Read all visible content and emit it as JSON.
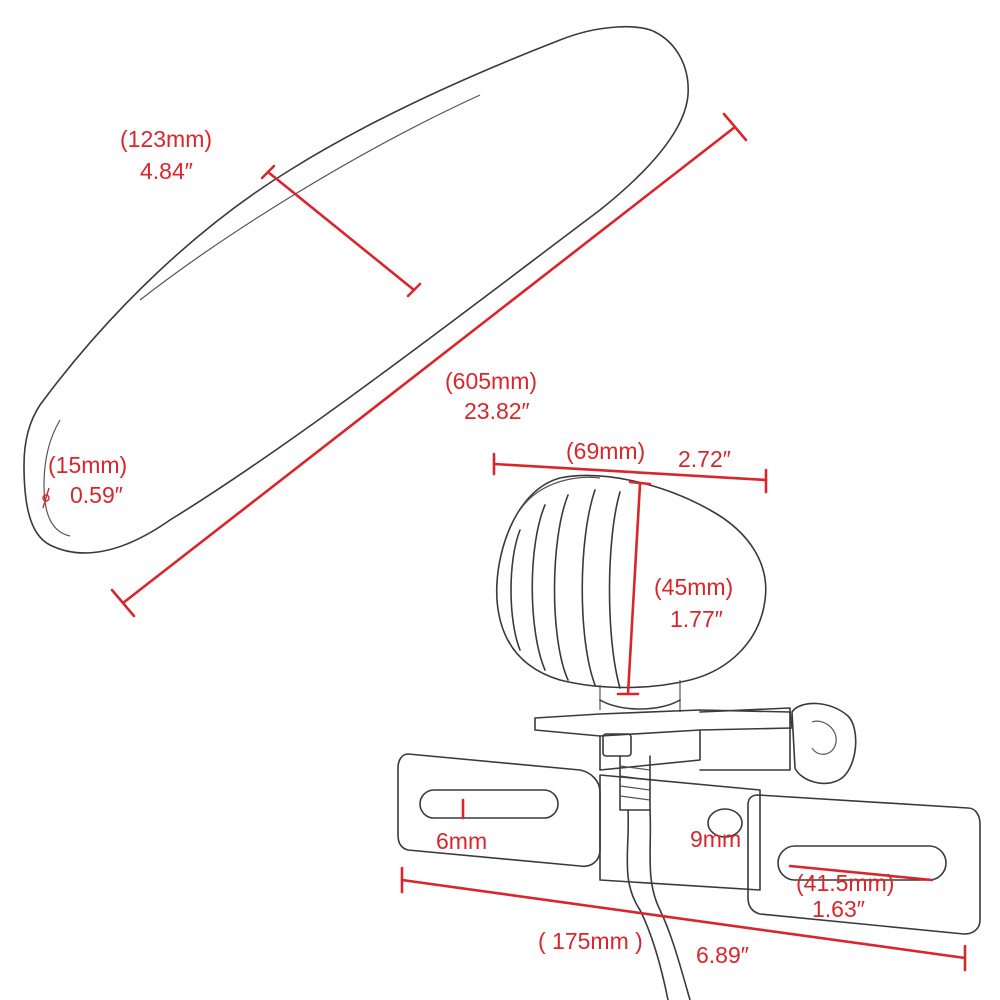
{
  "fender": {
    "width": {
      "mm": "(123mm)",
      "in": "4.84″"
    },
    "length": {
      "mm": "(605mm)",
      "in": "23.82″"
    },
    "thickness": {
      "mm": "(15mm)",
      "in": "0.59″"
    }
  },
  "taillight": {
    "width": {
      "mm": "(69mm)",
      "in": "2.72″"
    },
    "height": {
      "mm": "(45mm)",
      "in": "1.77″"
    }
  },
  "bracket": {
    "slot_width": "6mm",
    "hole": "9mm",
    "slot_length": {
      "mm": "(41.5mm)",
      "in": "1.63″"
    },
    "total_length": {
      "mm": "( 175mm )",
      "in": "6.89″"
    }
  },
  "colors": {
    "dimension": "#d8262c",
    "outline": "#3a3a3a"
  }
}
